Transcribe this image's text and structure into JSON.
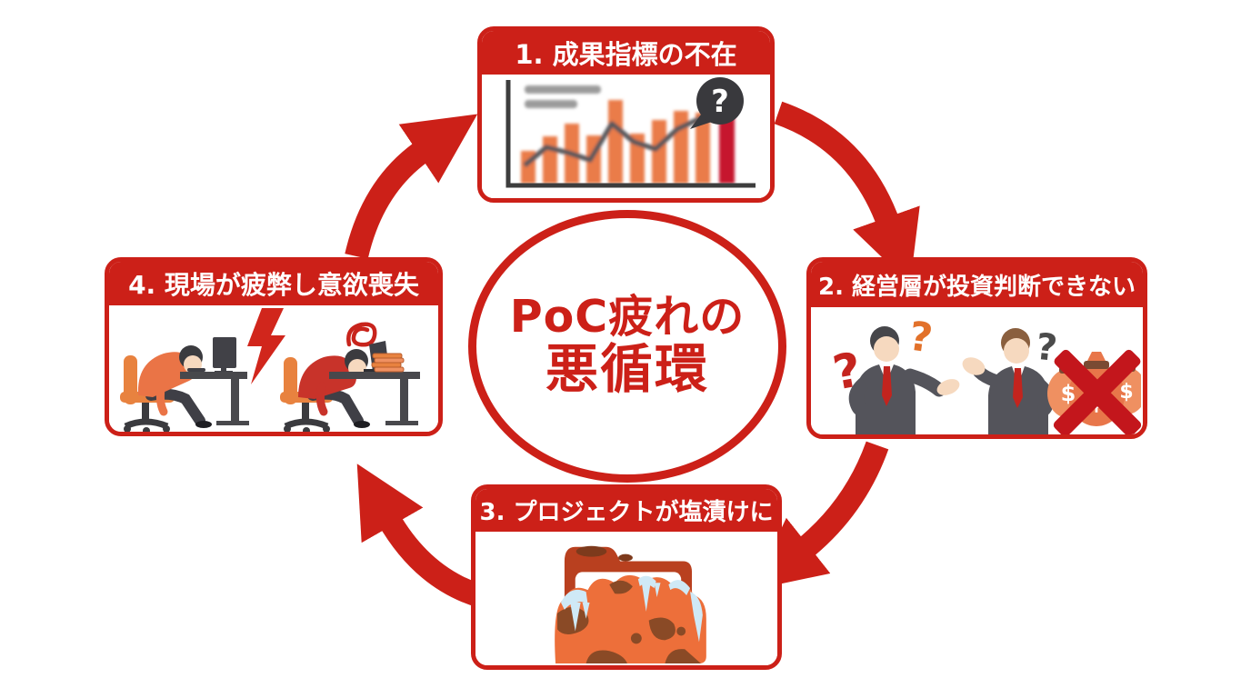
{
  "center": {
    "line1": "PoC疲れの",
    "line2": "悪循環"
  },
  "steps": [
    {
      "label": "1. 成果指標の不在",
      "icon": "blurred-bar-chart-with-question-bubble"
    },
    {
      "label": "2. 経営層が投資判断できない",
      "icon": "executives-debating-money-crossed-out"
    },
    {
      "label": "3. プロジェクトが塩漬けに",
      "icon": "frozen-rusted-folder"
    },
    {
      "label": "4. 現場が疲弊し意欲喪失",
      "icon": "exhausted-workers-at-desks"
    }
  ],
  "glyphs": {
    "question_mark": "?",
    "dollar_sign": "$"
  },
  "colors": {
    "primary_red": "#cc2018",
    "crimson_bar": "#c6122d",
    "orange": "#e8764a",
    "rust_brown": "#8a4a26",
    "ice_blue": "#cfe9f6",
    "dark_gray": "#3f3f46",
    "suit_gray": "#54545b",
    "skin": "#f6d9bf",
    "background": "#ffffff"
  }
}
